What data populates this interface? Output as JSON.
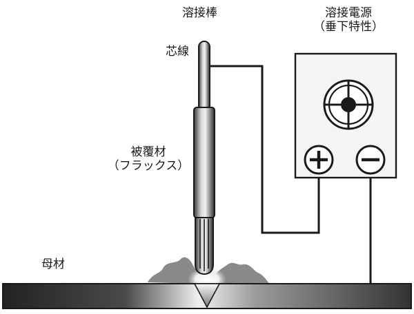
{
  "labels": {
    "electrode": "溶接棒",
    "core_wire": "芯線",
    "power_source_line1": "溶接電源",
    "power_source_line2": "（垂下特性）",
    "coating_line1": "被覆材",
    "coating_line2": "（フラックス）",
    "base_metal": "母材"
  },
  "icons": {
    "meter": "meter-crosshair-icon",
    "positive": "plus-terminal-icon",
    "negative": "minus-terminal-icon"
  },
  "colors": {
    "line": "#1a1a1a",
    "box_fill": "#f4f4f4",
    "arc_white": "#ffffff",
    "smoke": "#8a8a8a"
  }
}
